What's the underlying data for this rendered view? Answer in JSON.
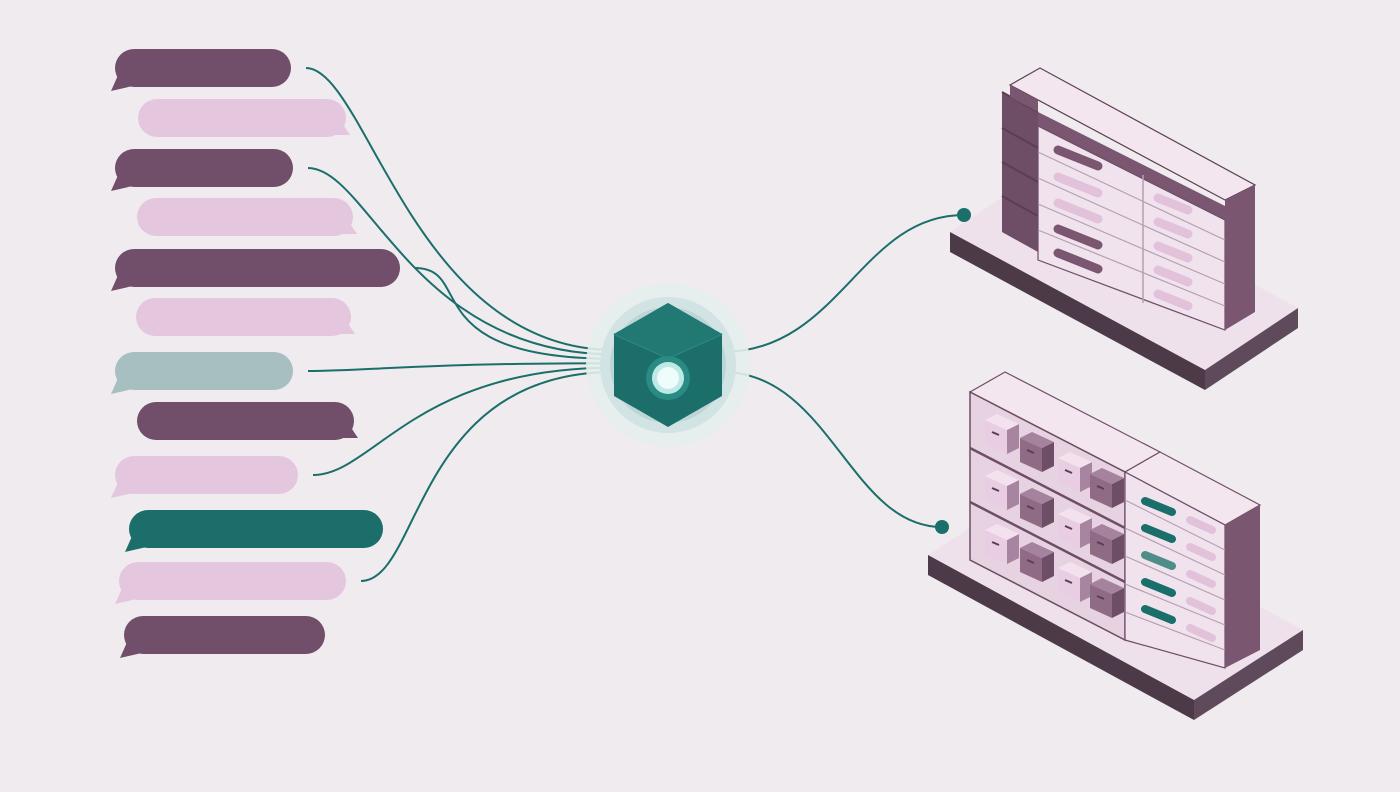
{
  "colors": {
    "background": "#f0ebee",
    "plum": "#714e6a",
    "plum_dark": "#5e3f57",
    "pink": "#e4c7de",
    "pink_light": "#ead3e4",
    "sage": "#a8bfc1",
    "teal": "#1b6e69",
    "teal_line": "#1a6f6b",
    "hub": "#1b6e69",
    "hub_glow": "#cfe2e2",
    "hub_light": "#e6fbfb",
    "shelf_light": "#efe0ec",
    "shelf_mid": "#dcc3d6",
    "shelf_dark": "#4c3a48"
  },
  "messages": [
    {
      "kind": "plum",
      "side": "left",
      "connected": true
    },
    {
      "kind": "pink",
      "side": "right",
      "connected": false
    },
    {
      "kind": "plum",
      "side": "left",
      "connected": true
    },
    {
      "kind": "pink",
      "side": "right",
      "connected": false
    },
    {
      "kind": "plum",
      "side": "left",
      "connected": true
    },
    {
      "kind": "pink",
      "side": "right",
      "connected": false
    },
    {
      "kind": "sage",
      "side": "left",
      "connected": true
    },
    {
      "kind": "plum",
      "side": "right",
      "connected": false
    },
    {
      "kind": "pink",
      "side": "left",
      "connected": true
    },
    {
      "kind": "teal",
      "side": "left",
      "connected": false
    },
    {
      "kind": "pink",
      "side": "left",
      "connected": true
    },
    {
      "kind": "plum",
      "side": "left",
      "connected": false
    }
  ],
  "hub": {
    "icon": "cube-hub-icon"
  },
  "stores": [
    {
      "name": "table-database",
      "icon": "table-database-icon"
    },
    {
      "name": "storage-shelf",
      "icon": "storage-shelf-icon"
    }
  ]
}
